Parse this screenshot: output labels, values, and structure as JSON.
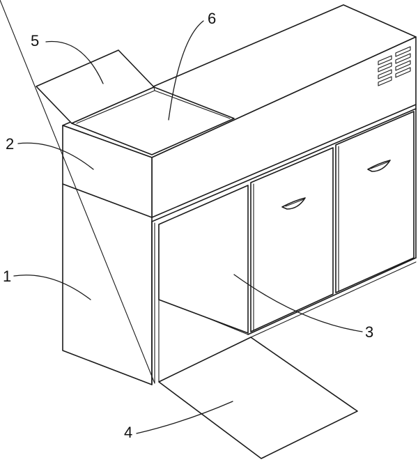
{
  "callouts": [
    {
      "id": "1",
      "text": "1"
    },
    {
      "id": "2",
      "text": "2"
    },
    {
      "id": "3",
      "text": "3"
    },
    {
      "id": "4",
      "text": "4"
    },
    {
      "id": "5",
      "text": "5"
    },
    {
      "id": "6",
      "text": "6"
    }
  ],
  "colors": {
    "line": "#1a1a1a",
    "background": "#ffffff"
  }
}
